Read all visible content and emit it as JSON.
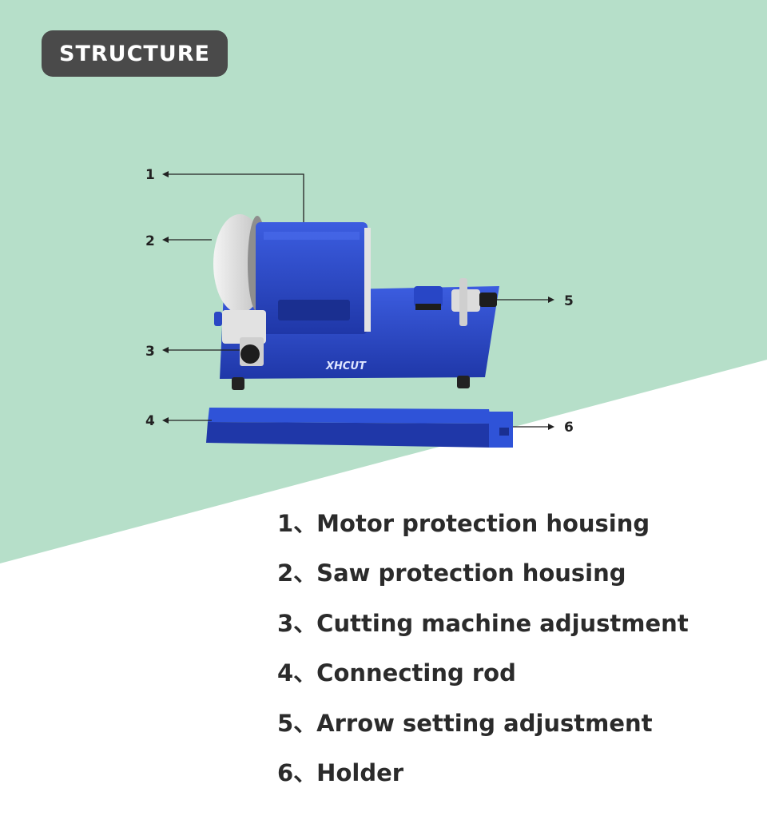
{
  "header": {
    "title": "STRUCTURE"
  },
  "colors": {
    "mint": "#b6dfc9",
    "badge": "#4a4a4a",
    "machine_blue": "#2f4fcf"
  },
  "product": {
    "brand": "XHCUT"
  },
  "callouts": [
    "1",
    "2",
    "3",
    "4",
    "5",
    "6"
  ],
  "features": [
    "1、Motor protection housing",
    "2、Saw protection housing",
    "3、Cutting machine adjustment",
    "4、Connecting rod",
    "5、Arrow setting adjustment",
    "6、Holder"
  ]
}
